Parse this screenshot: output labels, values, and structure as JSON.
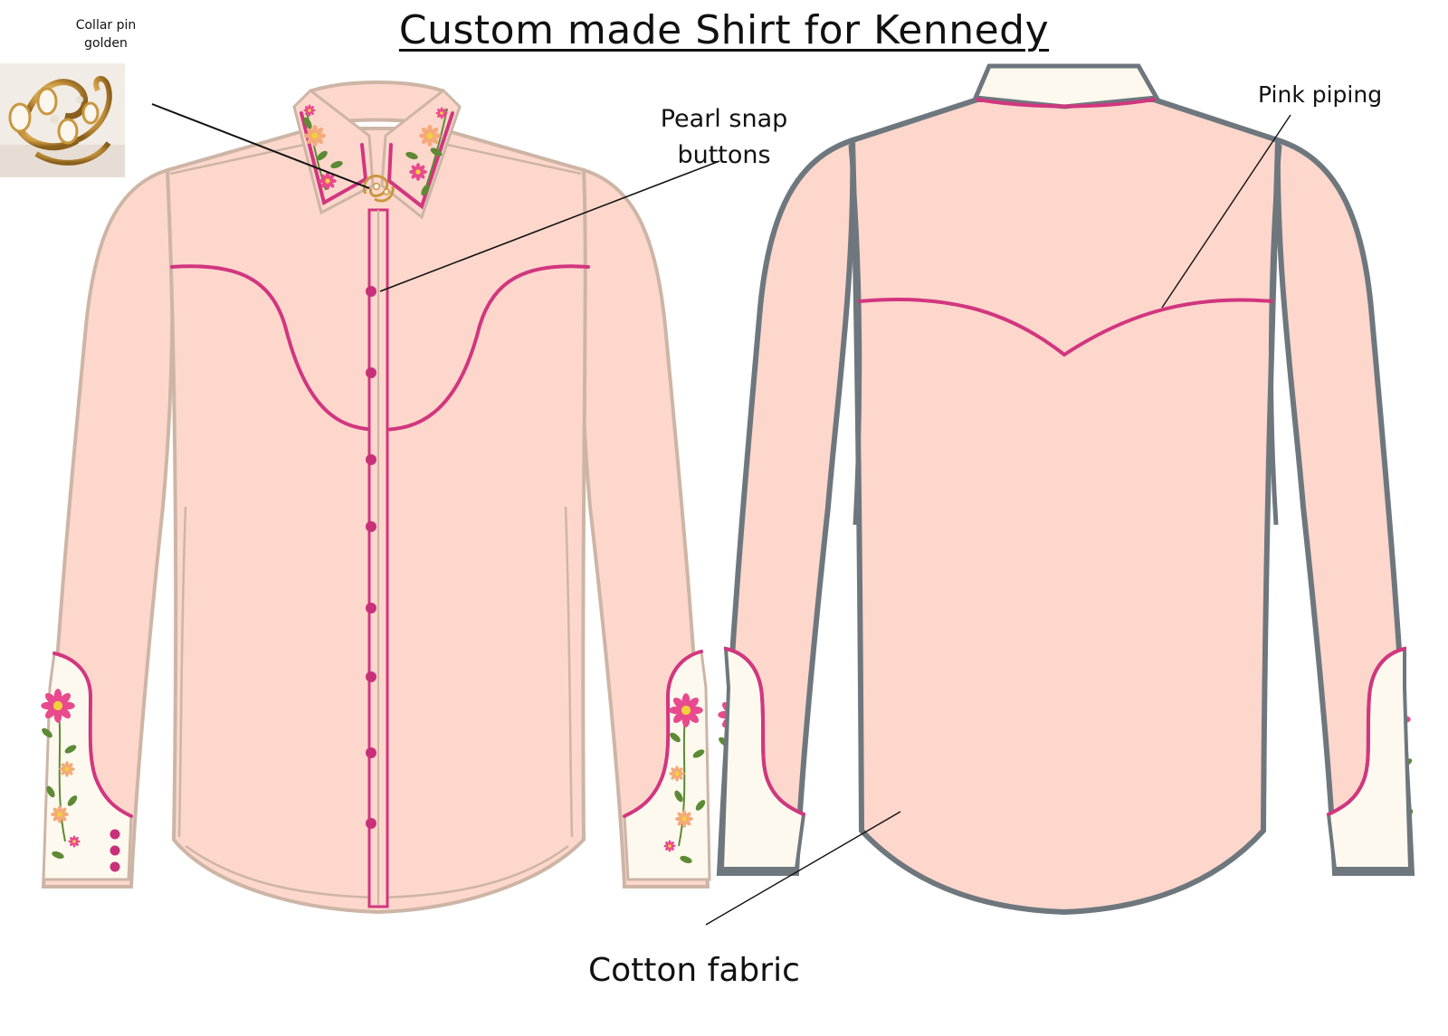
{
  "title": "Custom made Shirt for Kennedy",
  "labels": {
    "collar_pin_line1": "Collar pin",
    "collar_pin_line2": "golden",
    "pearl_snap": "Pearl snap buttons",
    "pink_piping": "Pink piping",
    "cotton_fabric": "Cotton fabric"
  },
  "colors": {
    "fabric": "#fdd7cc",
    "piping": "#d2367f",
    "front_outline": "#cdb5a6",
    "back_outline": "#6e777e",
    "cuff": "#fdf9ee",
    "gold": "#c9973f",
    "flower_pink": "#e84a8d",
    "flower_peach": "#f4aa7a",
    "leaf": "#5d8a35"
  }
}
